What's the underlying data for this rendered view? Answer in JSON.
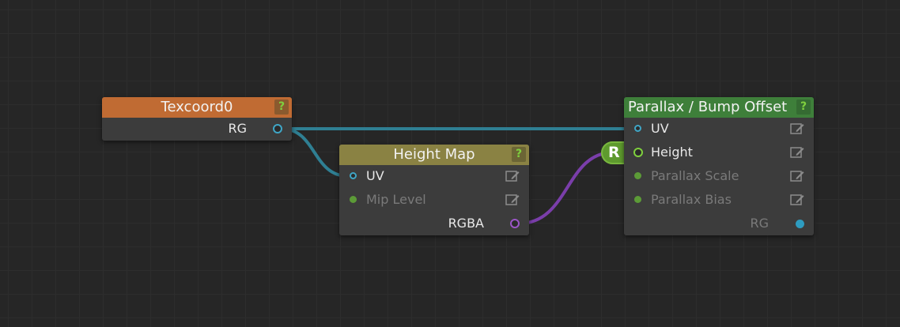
{
  "nodes": {
    "texcoord": {
      "title": "Texcoord0",
      "help": "?",
      "outputs": [
        "RG"
      ]
    },
    "height_map": {
      "title": "Height Map",
      "help": "?",
      "inputs": [
        "UV",
        "Mip Level"
      ],
      "outputs": [
        "RGBA"
      ]
    },
    "parallax": {
      "title": "Parallax / Bump Offset",
      "help": "?",
      "inputs": [
        "UV",
        "Height",
        "Parallax Scale",
        "Parallax Bias"
      ],
      "outputs": [
        "RG"
      ]
    }
  },
  "swizzle_badge": "R",
  "colors": {
    "texcoord_header": "#c06b33",
    "height_map_header": "#8a8243",
    "parallax_header": "#3e7f3a",
    "wire_teal": "#2f7f93",
    "wire_purple": "#7a3eaa",
    "help_green": "#7fd03e"
  },
  "icons": {
    "edit": "edit-icon",
    "help": "help-icon"
  }
}
